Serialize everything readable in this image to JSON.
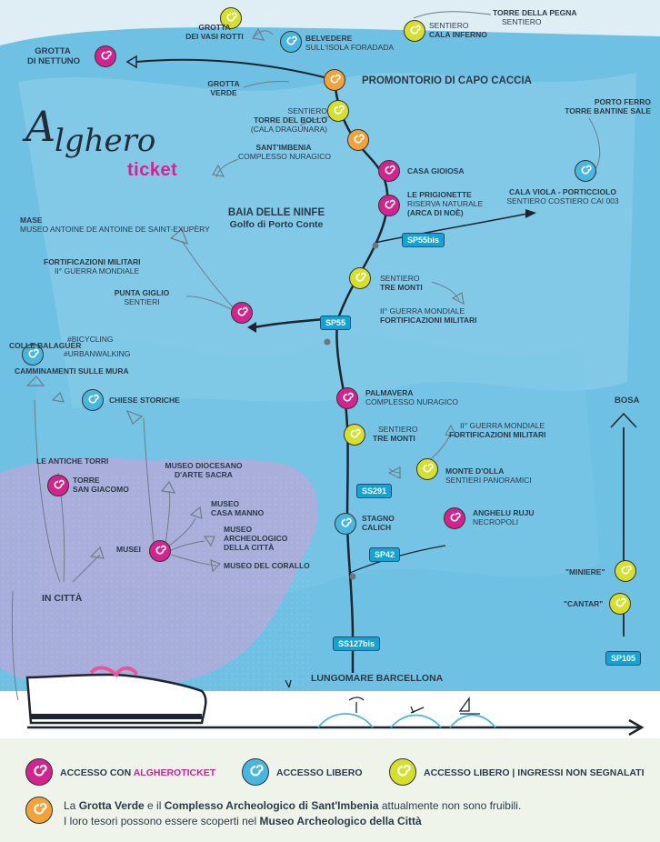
{
  "logo": {
    "initial": "A",
    "rest": "lghero",
    "sub": "ticket"
  },
  "colors": {
    "magenta": "#d2238f",
    "blue": "#48b6df",
    "green": "#d4e02d",
    "orange": "#f1a23a",
    "road": "#12a4d4"
  },
  "labels": {
    "grotta_nettuno": [
      "GROTTA",
      "DI NETTUNO"
    ],
    "grotta_vasi": [
      "GROTTA",
      "DEI VASI ROTTI"
    ],
    "belvedere": [
      "BELVEDERE",
      "SULL'ISOLA FORADADA"
    ],
    "cala_inferno": [
      "SENTIERO",
      "CALA INFERNO"
    ],
    "torre_pegna": [
      "TORRE DELLA PEGNA",
      "SENTIERO"
    ],
    "capo_caccia": "PROMONTORIO  DI CAPO CACCIA",
    "grotta_verde": [
      "GROTTA",
      "VERDE"
    ],
    "torre_bollo": [
      "SENTIERO",
      "TORRE DEL BOLLO",
      "(CALA DRAGUNARA)"
    ],
    "sant_imbenia": [
      "SANT'IMBENIA",
      "COMPLESSO NURAGICO"
    ],
    "casa_gioiosa": "CASA GIOIOSA",
    "prigionette": [
      "LE PRIGIONETTE",
      "RISERVA NATURALE",
      "(ARCA DI NOÈ)"
    ],
    "porto_ferro": [
      "PORTO FERRO",
      "TORRE BANTINE SALE"
    ],
    "cala_viola": [
      "CALA VIOLA - PORTICCIOLO",
      "SENTIERO COSTIERO CAI 003"
    ],
    "baia_ninfe": [
      "BAIA DELLE NINFE",
      "Golfo di Porto Conte"
    ],
    "mase": [
      "MASE",
      "MUSEO ANTOINE DE ANTOINE DE SAINT-EXUPÈRY"
    ],
    "fortificazioni_1": [
      "FORTIFICAZIONI MILITARI",
      "II° GUERRA MONDIALE"
    ],
    "punta_giglio": [
      "PUNTA GIGLIO",
      "SENTIERI"
    ],
    "tre_monti_1": [
      "SENTIERO",
      "TRE MONTI"
    ],
    "fortificazioni_2": [
      "II° GUERRA MONDIALE",
      "FORTIFICAZIONI MILITARI"
    ],
    "colle_balaguer": "COLLE BALAGUER",
    "bicycling": "#BICYCLING",
    "urbanwalking": "#URBANWALKING",
    "camminamenti": "CAMMINAMENTI SULLE MURA",
    "chiese": "CHIESE STORICHE",
    "palmavera": [
      "PALMAVERA",
      "COMPLESSO NURAGICO"
    ],
    "tre_monti_2": [
      "SENTIERO",
      "TRE MONTI"
    ],
    "fortificazioni_3": [
      "II° GUERRA MONDIALE",
      "FORTIFICAZIONI MILITARI"
    ],
    "bosa": "BOSA",
    "antiche_torri": "LE ANTICHE TORRI",
    "torre_giacomo": [
      "TORRE",
      "SAN GIACOMO"
    ],
    "museo_diocesano": [
      "MUSEO DIOCESANO",
      "D'ARTE SACRA"
    ],
    "monte_olla": [
      "MONTE D'OLLA",
      "SENTIERI PANORAMICI"
    ],
    "museo_manno": [
      "MUSEO",
      "CASA MANNO"
    ],
    "stagno_calich": [
      "STAGNO",
      "CALICH"
    ],
    "anghelu_ruju": [
      "ANGHELU RUJU",
      "NECROPOLI"
    ],
    "musei": "MUSEI",
    "museo_archeologico": [
      "MUSEO",
      "ARCHEOLOGICO",
      "DELLA CITTÀ"
    ],
    "museo_corallo": "MUSEO DEL CORALLO",
    "in_citta": "IN CITTÀ",
    "miniere": "\"MINIERE\"",
    "cantar": "\"CANTAR\"",
    "lungomare": "LUNGOMARE BARCELLONA"
  },
  "roads": [
    "SP55bis",
    "SP55",
    "SS291",
    "SP42",
    "SS127bis",
    "SP105"
  ],
  "legend": {
    "ticket_prefix": "ACCESSO CON ",
    "ticket_brand": "ALGHEROTICKET",
    "libero": "ACCESSO LIBERO",
    "non_segnalati": "ACCESSO LIBERO | INGRESSI NON SEGNALATI"
  },
  "footnote": {
    "l1_a": "La ",
    "l1_b": "Grotta Verde",
    "l1_c": " e il ",
    "l1_d": "Complesso Archeologico di Sant'Imbenia",
    "l1_e": " attualmente non sono fruibili.",
    "l2_a": "I loro tesori possono essere scoperti nel ",
    "l2_b": "Museo Archeologico della Città"
  }
}
